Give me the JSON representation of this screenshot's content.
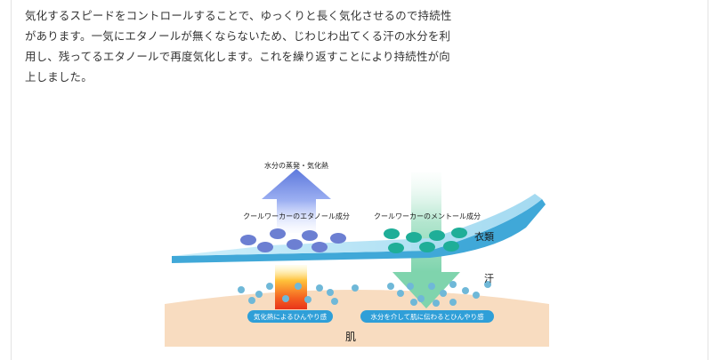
{
  "article": {
    "lines": [
      "気化するスピードをコントロールすることで、ゆっくりと長く気化させるので持続性",
      "があります。一気にエタノールが無くならないため、じわじわ出てくる汗の水分を利",
      "用し、残ってるエタノールで再度気化します。これを繰り返すことにより持続性が向",
      "上しました。"
    ]
  },
  "diagram": {
    "top_label": "水分の蒸発・気化熱",
    "ethanol_label": "クールワーカーのエタノール成分",
    "menthol_label": "クールワーカーのメントール成分",
    "clothing_label": "衣類",
    "sweat_label": "汗",
    "skin_label": "肌",
    "left_pill": "気化熱によるひんやり感",
    "right_pill": "水分を介して肌に伝わるとひんやり感",
    "colors": {
      "ethanol_particle": "#6c7fd2",
      "menthol_particle": "#1fae98",
      "sweat_drop": "#6fb8d8",
      "cloth": "#a8dcf0",
      "skin": "#f8dcc0",
      "pill": "#2f9fd8"
    }
  }
}
